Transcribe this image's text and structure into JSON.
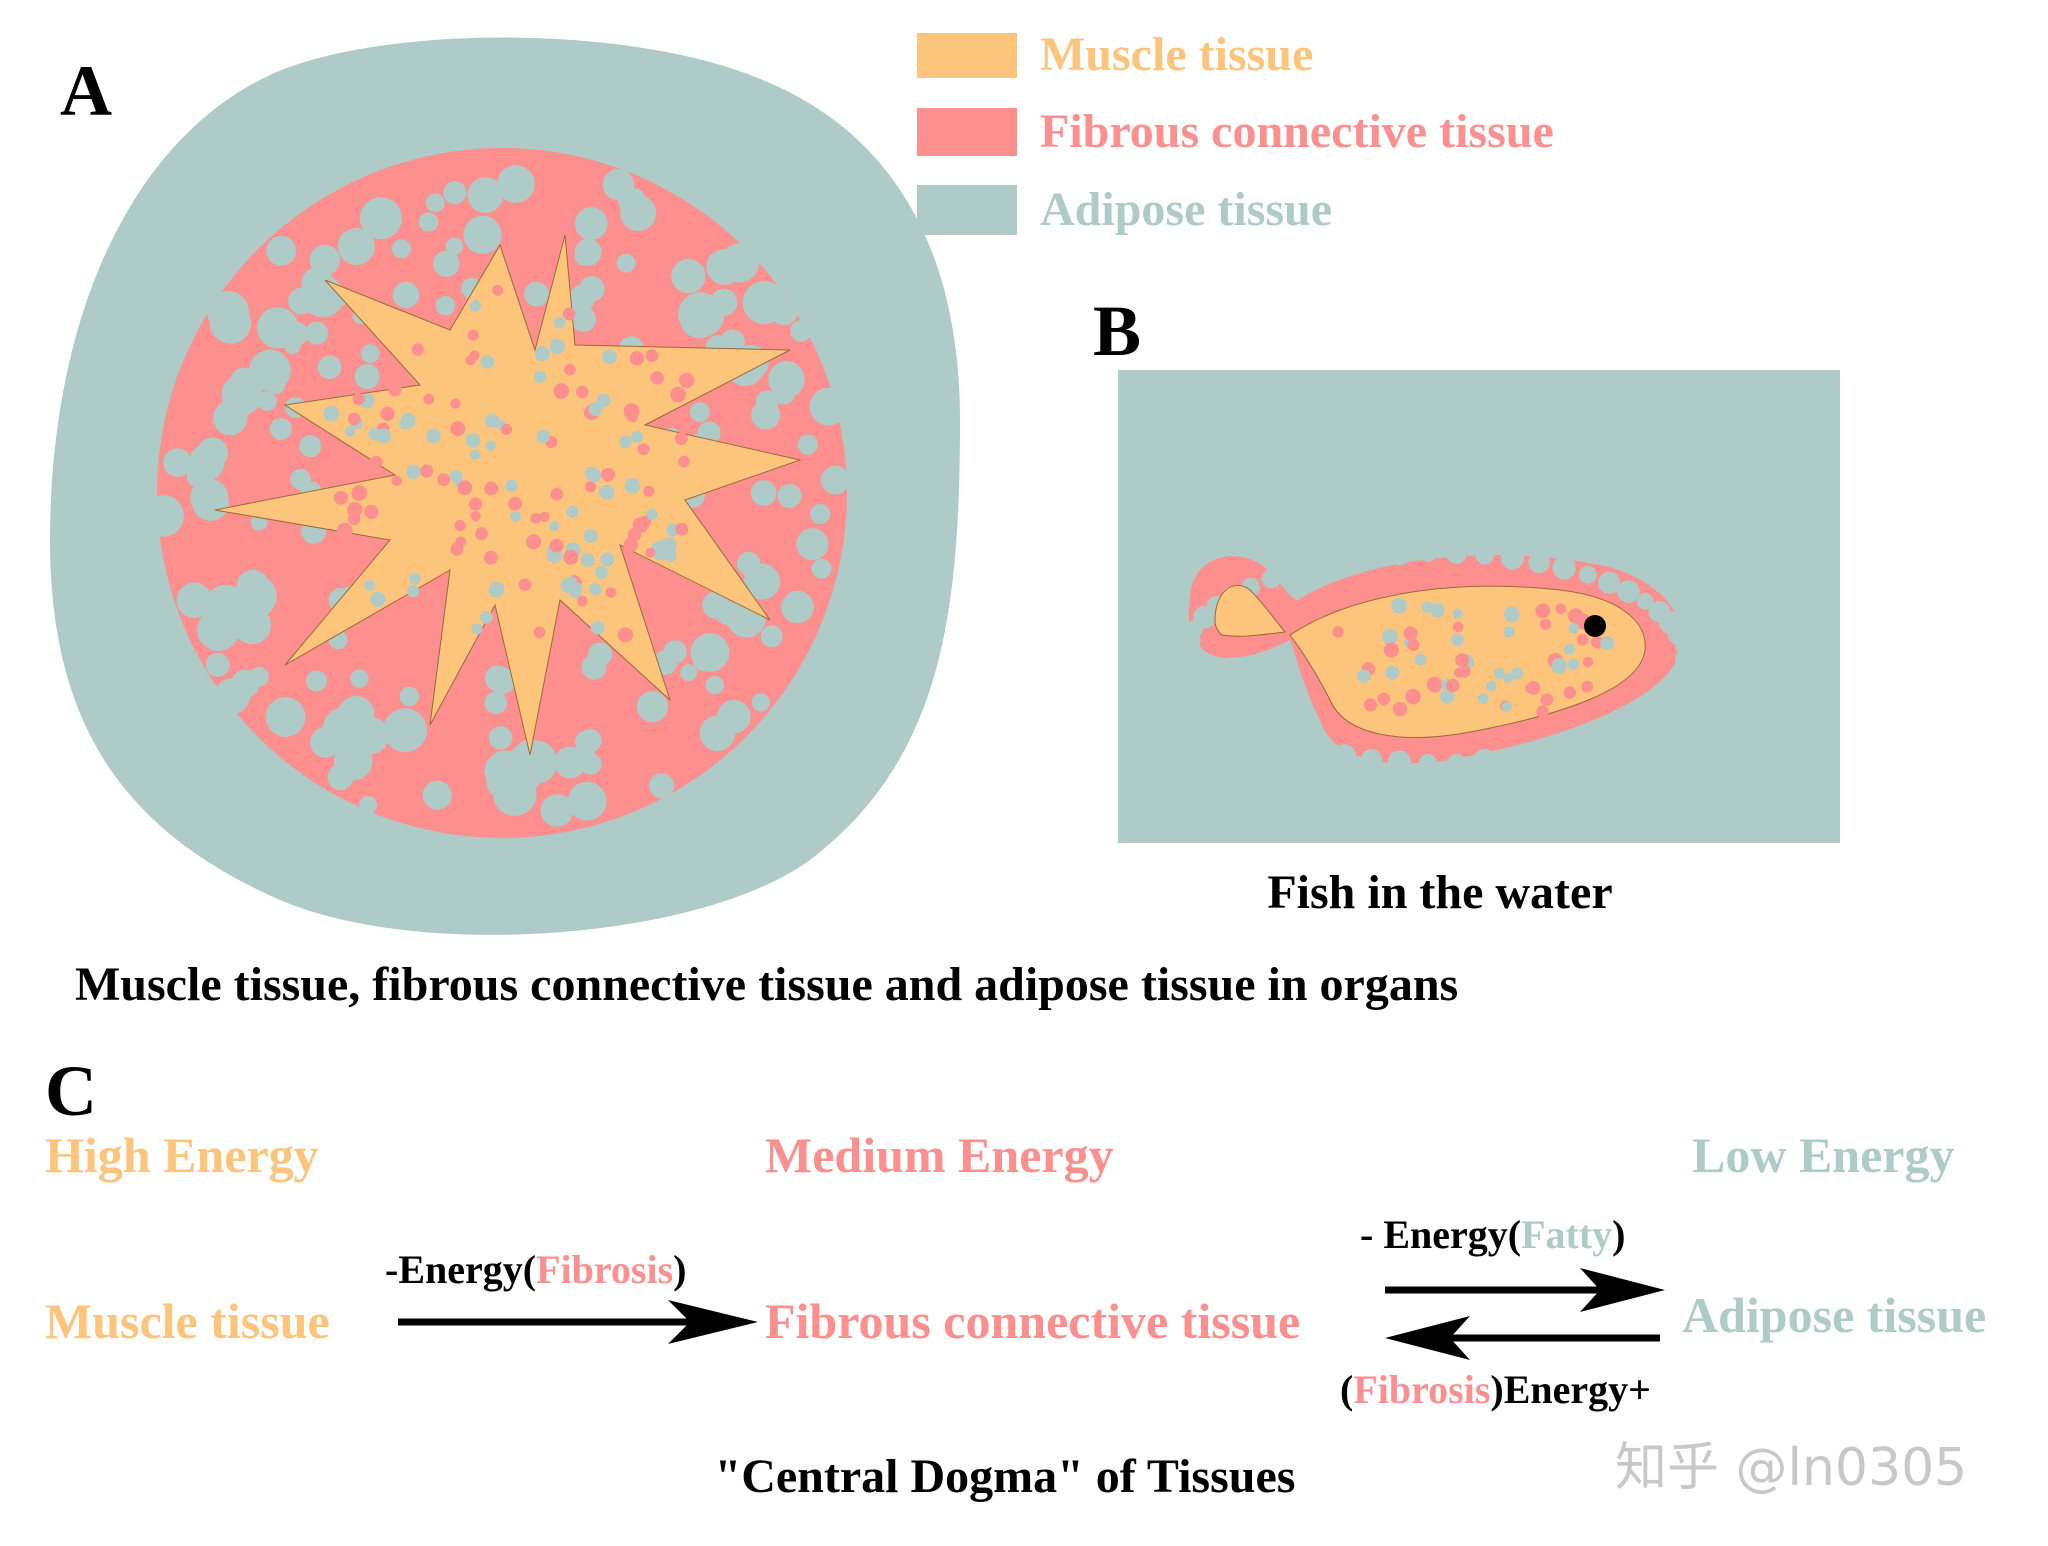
{
  "colors": {
    "muscle": "#FDC47C",
    "fibrous": "#FD8F8E",
    "adipose": "#AECBC7",
    "black": "#000000",
    "watermark": "#c8c8c8"
  },
  "panels": {
    "a_label": "A",
    "b_label": "B",
    "c_label": "C"
  },
  "legend": [
    {
      "label": "Muscle tissue",
      "color_key": "muscle"
    },
    {
      "label": "Fibrous connective tissue",
      "color_key": "fibrous"
    },
    {
      "label": "Adipose tissue",
      "color_key": "adipose"
    }
  ],
  "captions": {
    "fish": "Fish in the water",
    "organs": "Muscle tissue, fibrous connective tissue and adipose tissue in organs",
    "dogma": "\"Central Dogma\" of Tissues"
  },
  "energy_levels": {
    "high": "High Energy",
    "medium": "Medium Energy",
    "low": "Low Energy"
  },
  "tissues": {
    "muscle": "Muscle tissue",
    "fibrous": "Fibrous connective tissue",
    "adipose": "Adipose tissue"
  },
  "arrows": {
    "muscle_to_fibrous": {
      "prefix": "-Energy(",
      "colored": "Fibrosis",
      "suffix": ")"
    },
    "fibrous_to_adipose": {
      "prefix": "- Energy(",
      "colored": "Fatty",
      "suffix": ")"
    },
    "adipose_to_fibrous": {
      "prefix": "(",
      "colored": "Fibrosis",
      "suffix": ")Energy+"
    }
  },
  "watermark": "知乎 @ln0305"
}
